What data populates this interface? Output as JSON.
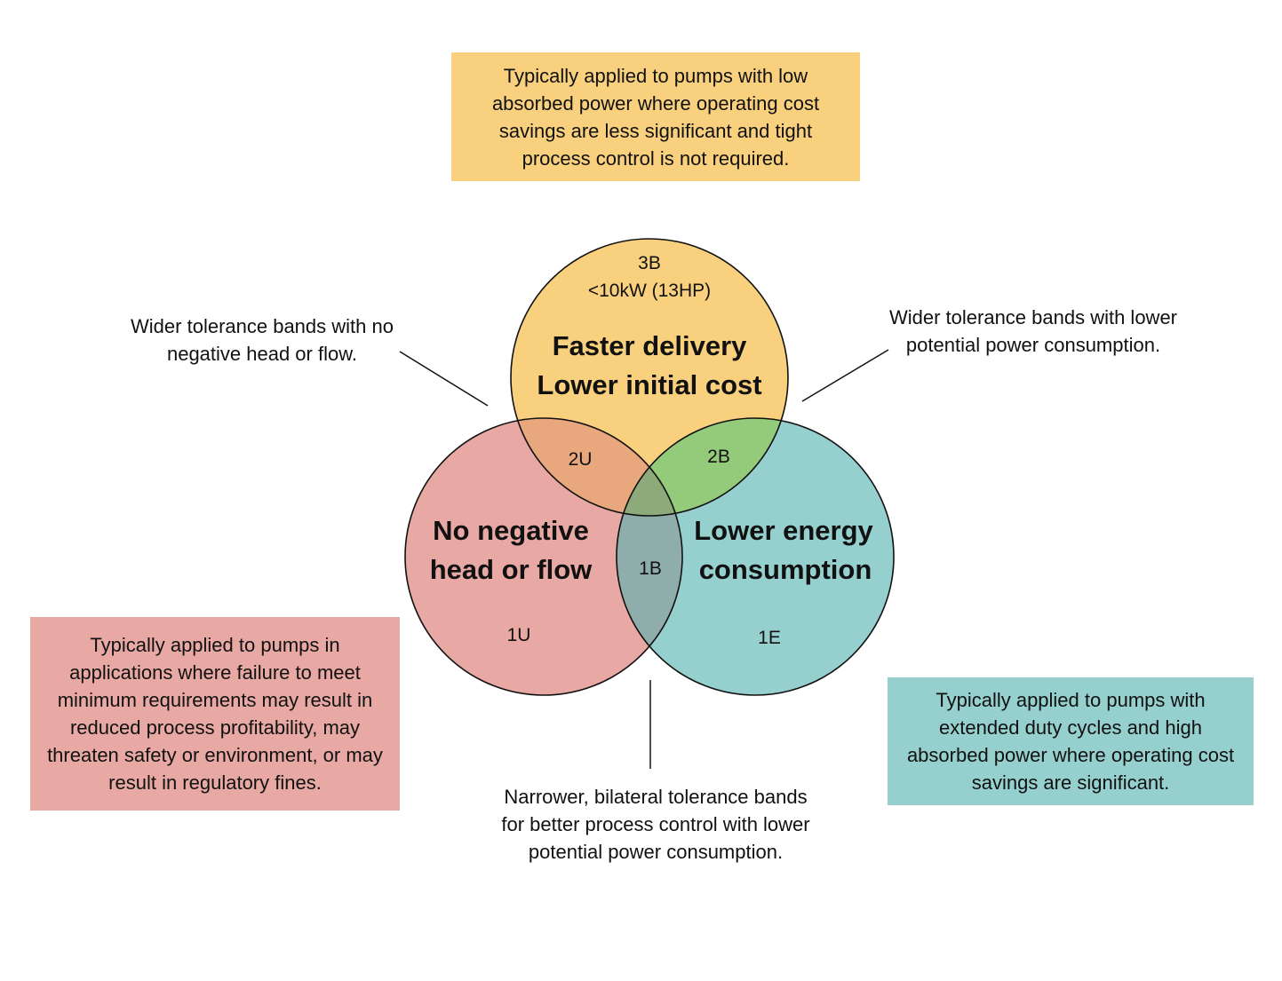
{
  "boxes": {
    "top": {
      "text": "Typically applied to pumps with low absorbed power where operating cost savings are less significant and tight process control is not required.",
      "color": "#f9d17e"
    },
    "left": {
      "text": "Typically applied to pumps in applications where failure to meet minimum requirements may result in reduced process profitability, may threaten safety or environment, or may result in regulatory fines.",
      "color": "#e8a8a3"
    },
    "right": {
      "text": "Typically applied to pumps with extended duty cycles and high absorbed power where operating cost savings are significant.",
      "color": "#95d0cf"
    }
  },
  "notes": {
    "left": "Wider tolerance bands with no negative head or flow.",
    "right": "Wider tolerance bands with lower potential power consumption.",
    "bottom": "Narrower, bilateral tolerance bands for better process control with lower potential power consumption."
  },
  "circles": {
    "top": {
      "title_line1": "Faster delivery",
      "title_line2": "Lower initial cost",
      "code": "3B",
      "sub": "<10kW (13HP)",
      "color": "#f9d17e"
    },
    "left": {
      "title_line1": "No negative",
      "title_line2": "head or flow",
      "code": "1U",
      "color": "#e8a8a3"
    },
    "right": {
      "title_line1": "Lower energy",
      "title_line2": "consumption",
      "code": "1E",
      "color": "#95d0cf"
    }
  },
  "overlaps": {
    "top_left": {
      "code": "2U",
      "color": "#e9a77d"
    },
    "top_right": {
      "code": "2B",
      "color": "#93cb7b"
    },
    "left_right": {
      "color": "#8fadaa"
    },
    "center": {
      "code": "1B",
      "color": "#8caa7a"
    }
  }
}
